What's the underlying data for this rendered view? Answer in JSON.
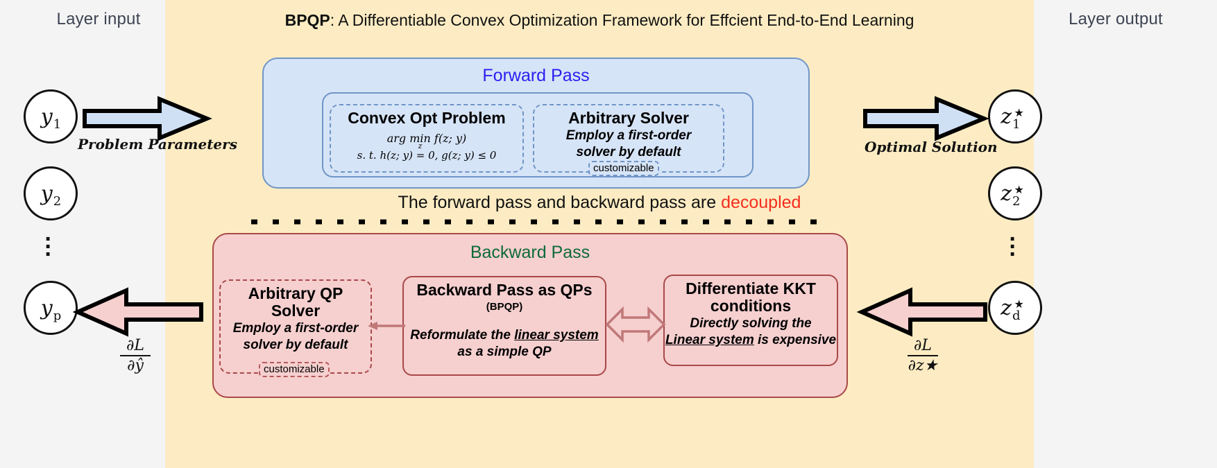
{
  "title": {
    "bold": "BPQP",
    "rest": ": A Differentiable Convex Optimization Framework for Effcient End-to-End Learning"
  },
  "columns": {
    "input_label": "Layer input",
    "output_label": "Layer output"
  },
  "input_nodes": [
    {
      "sym": "y",
      "sub": "1",
      "star": ""
    },
    {
      "sym": "y",
      "sub": "2",
      "star": ""
    },
    {
      "sym": "y",
      "sub": "p",
      "star": ""
    }
  ],
  "output_nodes": [
    {
      "sym": "z",
      "sub": "1",
      "star": "★"
    },
    {
      "sym": "z",
      "sub": "2",
      "star": "★"
    },
    {
      "sym": "z",
      "sub": "d",
      "star": "★"
    }
  ],
  "vertical_dots": "⋮",
  "arrows": {
    "input_caption": "Problem Parameters",
    "output_caption": "Optimal Solution",
    "grad_left": {
      "num": "∂L",
      "den": "∂ŷ"
    },
    "grad_right": {
      "num": "∂L",
      "den": "∂z★"
    }
  },
  "forward_pass": {
    "title": "Forward Pass",
    "convex_box": {
      "title": "Convex Opt Problem",
      "objective_arg": "arg",
      "objective_min": "min",
      "objective_var": "z",
      "objective_fn": "f(z; y)",
      "constraints": "s. t. h(z; y) = 0, g(z; y) ≤ 0"
    },
    "solver_box": {
      "title": "Arbitrary Solver",
      "line1": "Employ a first-order",
      "line2": "solver by default",
      "badge": "customizable"
    }
  },
  "middle_note": {
    "prefix": "The forward pass and backward pass are ",
    "highlight": "decoupled"
  },
  "backward_pass": {
    "title": "Backward Pass",
    "qp_solver_box": {
      "title_line1": "Arbitrary QP",
      "title_line2": "Solver",
      "line1": "Employ a first-order",
      "line2": "solver by default",
      "badge": "customizable"
    },
    "bpqp_box": {
      "title": "Backward Pass as QPs",
      "subtitle": "(BPQP)",
      "body_line1_pre": "Reformulate the ",
      "body_line1_underline": "linear system",
      "body_line2": "as a simple QP"
    },
    "kkt_box": {
      "title_line1": "Differentiate KKT",
      "title_line2": "conditions",
      "body_line1": "Directly solving the",
      "body_line2_underline": "Linear system",
      "body_line2_post": " is expensive"
    }
  },
  "colors": {
    "band": "#fdecc3",
    "page_bg": "#f4f4f5",
    "forward_fill": "#d6e4f7",
    "forward_stroke": "#6f95c7",
    "forward_title": "#2b1ef0",
    "backward_fill": "#f6cfcf",
    "backward_stroke": "#a84848",
    "backward_title": "#0d6b39",
    "decoupled_highlight": "#f52e1e"
  }
}
